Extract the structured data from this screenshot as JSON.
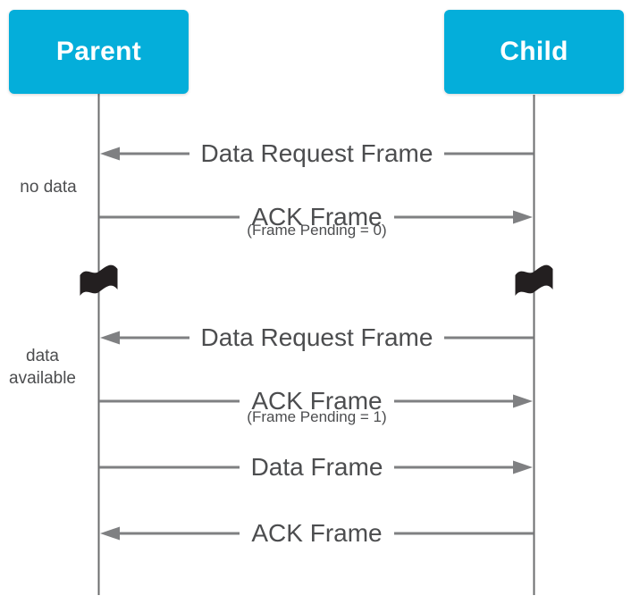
{
  "actors": [
    {
      "name": "Parent"
    },
    {
      "name": "Child"
    }
  ],
  "side_labels": [
    {
      "label": "no data"
    },
    {
      "label": "data available"
    }
  ],
  "messages": [
    {
      "label": "Data Request Frame",
      "from": "Child",
      "to": "Parent",
      "direction": "left"
    },
    {
      "label": "ACK Frame",
      "sublabel": "(Frame Pending = 0)",
      "from": "Parent",
      "to": "Child",
      "direction": "right"
    },
    {
      "label": "Data Request Frame",
      "from": "Child",
      "to": "Parent",
      "direction": "left"
    },
    {
      "label": "ACK Frame",
      "sublabel": "(Frame Pending = 1)",
      "from": "Parent",
      "to": "Child",
      "direction": "right"
    },
    {
      "label": "Data Frame",
      "from": "Parent",
      "to": "Child",
      "direction": "right"
    },
    {
      "label": "ACK Frame",
      "from": "Child",
      "to": "Parent",
      "direction": "left"
    }
  ],
  "icons": {
    "time_break": "flag-icon"
  },
  "colors": {
    "actor_bg": "#04aeda",
    "actor_text": "#ffffff",
    "label_text": "#4c4d4f",
    "arrow": "#7f8082",
    "lifeline": "#6b6c6e",
    "flag": "#231f20",
    "background": "#ffffff"
  }
}
